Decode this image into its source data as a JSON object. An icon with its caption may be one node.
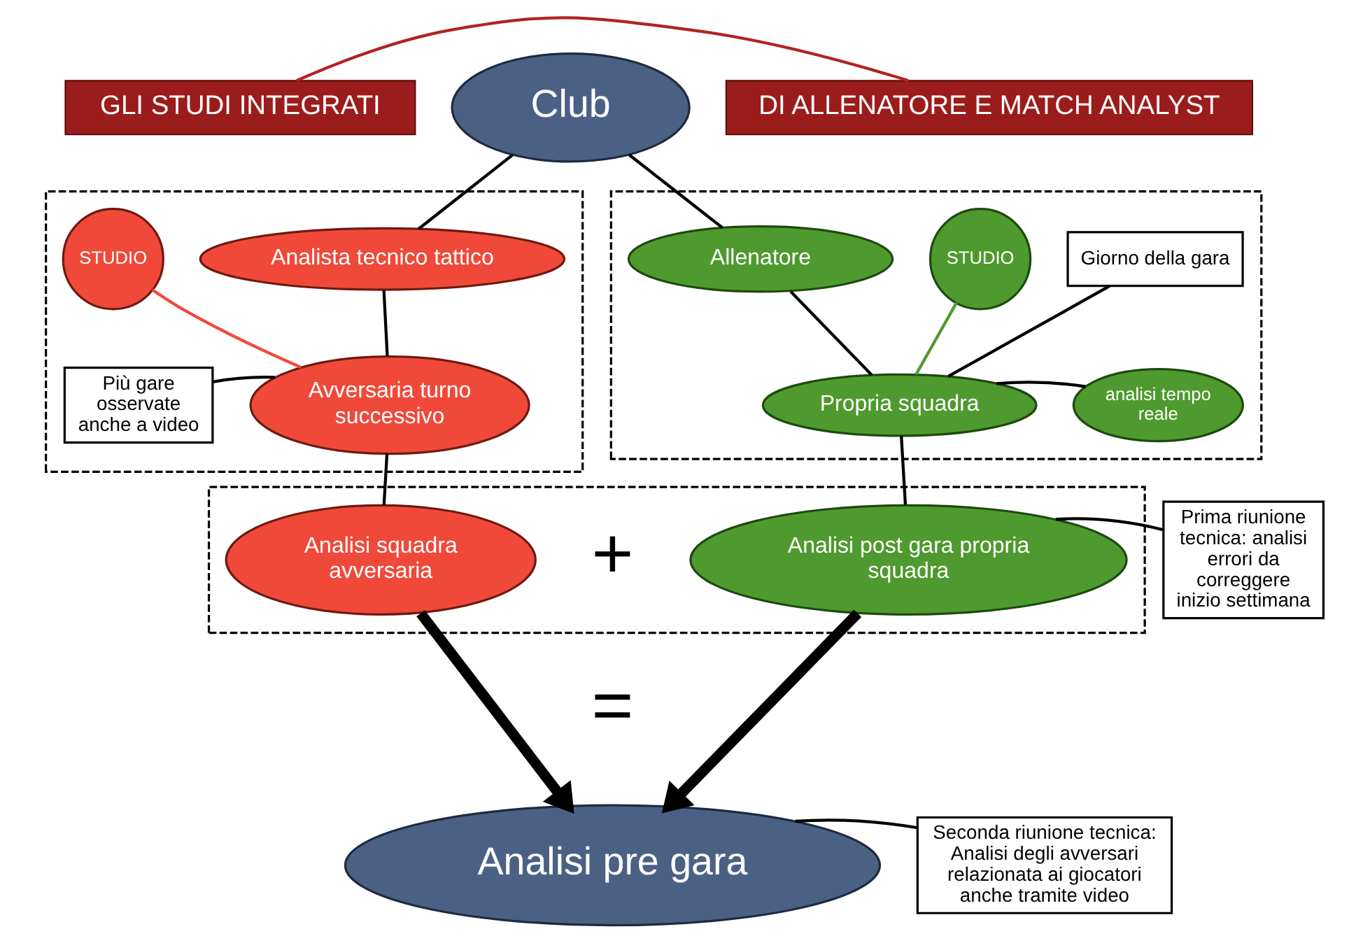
{
  "diagram": {
    "nodes": [
      {
        "text": [
          "GLI STUDI INTEGRATI"
        ]
      },
      {
        "text": [
          "Club"
        ]
      },
      {
        "text": [
          "DI ALLENATORE E MATCH ANALYST"
        ]
      },
      {
        "text": [],
        "shape": "box"
      },
      {
        "text": [
          "STUDIO"
        ],
        "in": 3
      },
      {
        "text": [
          "Analista tecnico tattico"
        ],
        "in": 3
      },
      {
        "text": [
          "Più gare osservate anche a video"
        ],
        "in": 3
      },
      {
        "text": [
          "Avversaria turno successivo"
        ],
        "in": 3
      },
      {
        "text": [],
        "shape": "box"
      },
      {
        "text": [
          "Allenatore"
        ],
        "in": 8
      },
      {
        "text": [
          "STUDIO"
        ],
        "in": 8
      },
      {
        "text": [
          "Giorno della gara"
        ],
        "in": 8
      },
      {
        "text": [
          "Propria squadra"
        ],
        "in": 8
      },
      {
        "text": [
          "analisi tempo reale"
        ],
        "in": 8
      },
      {
        "text": [],
        "shape": "box"
      },
      {
        "text": [
          "Analisi squadra avversaria"
        ],
        "in": 14
      },
      {
        "text": [
          "Analisi post gara propria squadra"
        ],
        "in": 14
      },
      {
        "text": [
          "Prima riunione tecnica: analisi errori da correggere inizio settimana"
        ]
      },
      {
        "text": [
          "Analisi pre gara"
        ]
      },
      {
        "text": [
          "Seconda riunione tecnica: Analisi degli avversari relazionata ai giocatori anche tramite video"
        ]
      }
    ],
    "edges": [
      {
        "from": 0,
        "to": 2,
        "arrow": "none",
        "color": "#b22222"
      },
      {
        "from": 1,
        "to": 5,
        "arrow": "none"
      },
      {
        "from": 1,
        "to": 9,
        "arrow": "none"
      },
      {
        "from": 5,
        "to": 7,
        "arrow": "none"
      },
      {
        "from": 4,
        "to": 7,
        "arrow": "none",
        "color": "#f0493a"
      },
      {
        "from": 6,
        "to": 7,
        "arrow": "none"
      },
      {
        "from": 9,
        "to": 12,
        "arrow": "none"
      },
      {
        "from": 10,
        "to": 12,
        "arrow": "none",
        "color": "#4e9a2e"
      },
      {
        "from": 12,
        "to": 11,
        "arrow": "none"
      },
      {
        "from": 12,
        "to": 13,
        "arrow": "none"
      },
      {
        "from": 7,
        "to": 15,
        "arrow": "none"
      },
      {
        "from": 12,
        "to": 16,
        "arrow": "none"
      },
      {
        "from": 16,
        "to": 17,
        "arrow": "none"
      },
      {
        "from": 15,
        "to": 18,
        "arrow": "to",
        "style": "thick"
      },
      {
        "from": 16,
        "to": 18,
        "arrow": "to",
        "style": "thick"
      },
      {
        "from": 18,
        "to": 19,
        "arrow": "none"
      }
    ],
    "labels": [
      "+",
      "="
    ]
  }
}
